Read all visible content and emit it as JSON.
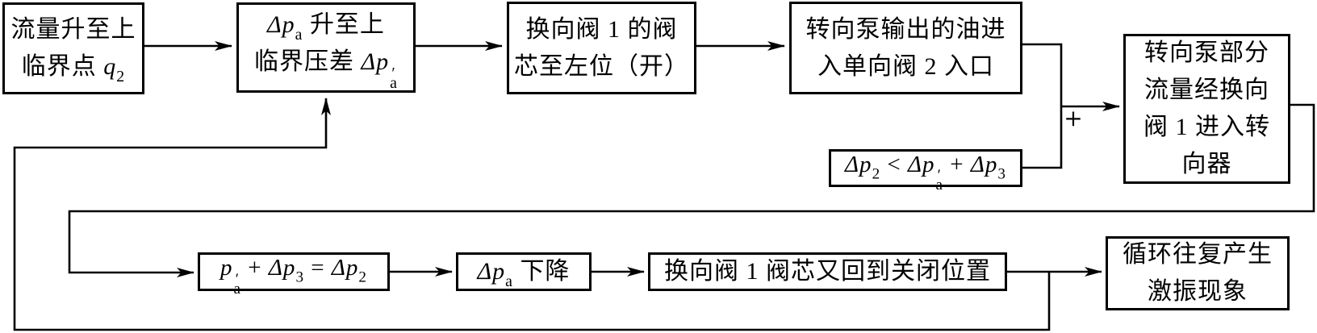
{
  "diagram": {
    "plus_label": "+",
    "line_color": "#000000",
    "background_color": "#ffffff",
    "nodes": {
      "q2_rise": {
        "lines": [
          [
            {
              "t": "流量升至上"
            }
          ],
          [
            {
              "t": "临界点 "
            },
            {
              "t": "q",
              "i": true
            },
            {
              "t": "2",
              "sub": true
            }
          ]
        ]
      },
      "dpa_rise": {
        "lines": [
          [
            {
              "t": "Δp",
              "i": true
            },
            {
              "t": "a",
              "sub": true
            },
            {
              "t": " 升至上"
            }
          ],
          [
            {
              "t": "临界压差 "
            },
            {
              "t": "Δp",
              "i": true
            },
            {
              "t": "a",
              "ps": true
            }
          ]
        ]
      },
      "valve1_open": {
        "lines": [
          [
            {
              "t": "换向阀 1 的阀"
            }
          ],
          [
            {
              "t": "芯至左位（开）"
            }
          ]
        ]
      },
      "pump_oil_inlet": {
        "lines": [
          [
            {
              "t": "转向泵输出的油进"
            }
          ],
          [
            {
              "t": "入单向阀 2 入口"
            }
          ]
        ]
      },
      "pump_flow_steering": {
        "lines": [
          [
            {
              "t": "转向泵部分"
            }
          ],
          [
            {
              "t": "流量经换向"
            }
          ],
          [
            {
              "t": "阀 1 进入转"
            }
          ],
          [
            {
              "t": "向器"
            }
          ]
        ]
      },
      "dp2_inequality": {
        "lines": [
          [
            {
              "t": "Δp",
              "i": true
            },
            {
              "t": "2",
              "sub": true
            },
            {
              "t": " < "
            },
            {
              "t": "Δp",
              "i": true
            },
            {
              "t": "a",
              "ps": true
            },
            {
              "t": " + "
            },
            {
              "t": "Δp",
              "i": true
            },
            {
              "t": "3",
              "sub": true
            }
          ]
        ]
      },
      "pa_equation": {
        "lines": [
          [
            {
              "t": "p",
              "i": true
            },
            {
              "t": "a",
              "ps": true
            },
            {
              "t": " + "
            },
            {
              "t": "Δp",
              "i": true
            },
            {
              "t": "3",
              "sub": true
            },
            {
              "t": " = "
            },
            {
              "t": "Δp",
              "i": true
            },
            {
              "t": "2",
              "sub": true
            }
          ]
        ]
      },
      "dpa_drop": {
        "lines": [
          [
            {
              "t": "Δp",
              "i": true
            },
            {
              "t": "a",
              "sub": true
            },
            {
              "t": " 下降"
            }
          ]
        ]
      },
      "valve1_close": {
        "lines": [
          [
            {
              "t": "换向阀 1 阀芯又回到关闭位置"
            }
          ]
        ]
      },
      "cycle_vibration": {
        "lines": [
          [
            {
              "t": "循环往复产生"
            }
          ],
          [
            {
              "t": "激振现象"
            }
          ]
        ]
      }
    }
  }
}
